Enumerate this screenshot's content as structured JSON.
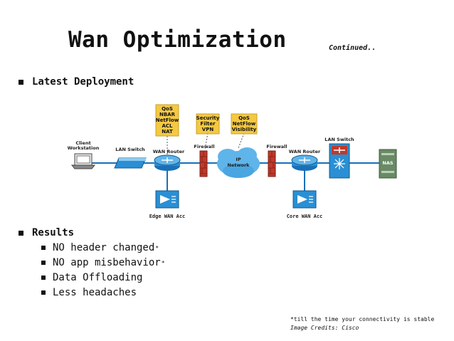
{
  "slide": {
    "title": "Wan Optimization",
    "subtitle": "Continued..",
    "bullet1": "Latest Deployment",
    "results": {
      "heading": "Results",
      "items": [
        {
          "text": "NO header changed",
          "sup": "*"
        },
        {
          "text": "NO app misbehavior",
          "sup": "*"
        },
        {
          "text": "Data Offloading",
          "sup": ""
        },
        {
          "text": "Less headaches",
          "sup": ""
        }
      ]
    },
    "footnote": "*till the time your connectivity is stable",
    "credit": "Image Credits: Cisco"
  },
  "diagram": {
    "client": "Client\nWorkstation",
    "lan_switch_left": "LAN Switch",
    "wan_router_left": "WAN Router",
    "firewall_left": "Firewall",
    "ip_network": "IP\nNetwork",
    "firewall_right": "Firewall",
    "wan_router_right": "WAN Router",
    "lan_switch_right": "LAN Switch",
    "nas": "NAS",
    "edge_acc": "Edge WAN Acc",
    "core_acc": "Core WAN Acc",
    "box1": [
      "QoS",
      "NBAR",
      "NetFlow",
      "ACL",
      "NAT"
    ],
    "box2": [
      "Security",
      "Filter",
      "VPN"
    ],
    "box3": [
      "QoS",
      "NetFlow",
      "Visibility"
    ],
    "colors": {
      "feature_box": "#f5c842",
      "device_blue": "#2a8fd4",
      "firewall": "#c0392b",
      "cloud": "#5fb4ea",
      "nas": "#6a8a66"
    }
  }
}
